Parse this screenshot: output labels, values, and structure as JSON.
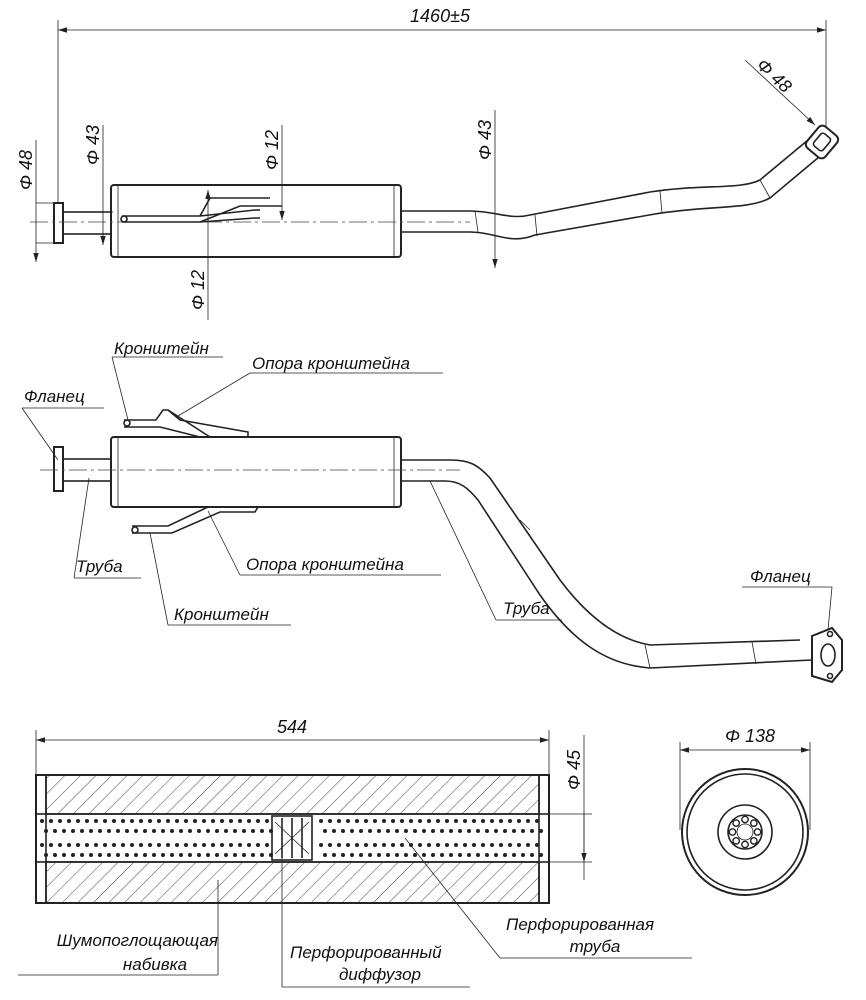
{
  "dimensions": {
    "overall_length": "1460±5",
    "inlet_diameter": "Φ 48",
    "inlet_pipe_diameter": "Φ 43",
    "bracket_diameter_top": "Φ 12",
    "bracket_diameter_bottom": "Φ 12",
    "outlet_pipe_diameter": "Φ 43",
    "outlet_diameter": "Φ 48",
    "muffler_length": "544",
    "perforated_pipe_diameter": "Φ 45",
    "muffler_diameter": "Φ 138"
  },
  "labels": {
    "bracket_top": "Кронштейн",
    "bracket_support_top": "Опора кронштейна",
    "flange_left": "Фланец",
    "pipe_left": "Труба",
    "bracket_support_bottom": "Опора кронштейна",
    "bracket_bottom": "Кронштейн",
    "pipe_right": "Труба",
    "flange_right": "Фланец",
    "perforated_pipe_line1": "Перфорированная",
    "perforated_pipe_line2": "труба",
    "sound_absorbing_line1": "Шумопоглощающая",
    "sound_absorbing_line2": "набивка",
    "perforated_diffuser_line1": "Перфорированный",
    "perforated_diffuser_line2": "диффузор"
  }
}
